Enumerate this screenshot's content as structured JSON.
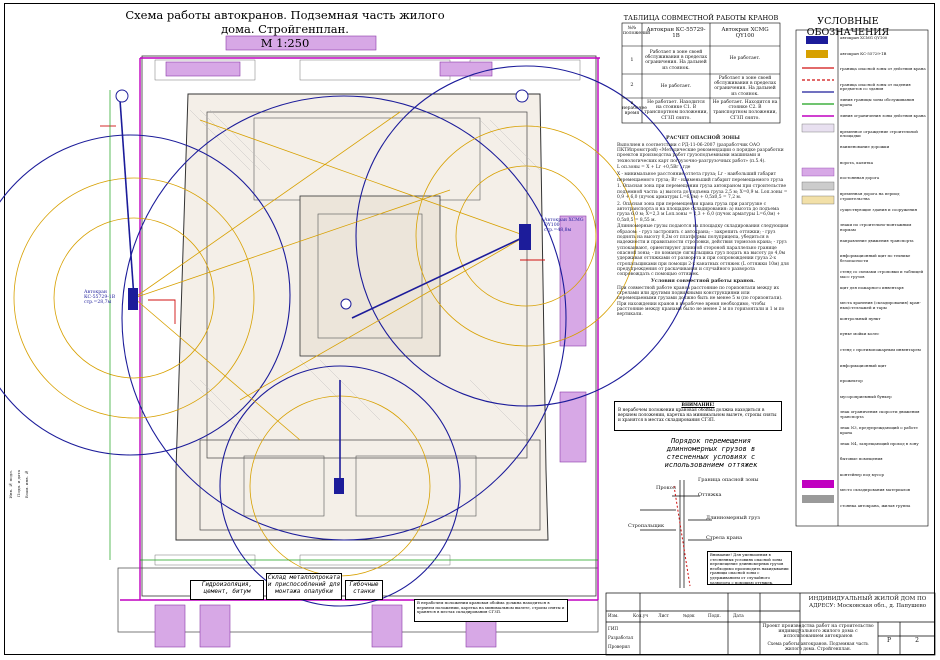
{
  "drawing": {
    "title_line1": "Схема работы автокранов. Подземная часть жилого дома. Стройгенплан.",
    "title_line2": "М 1:250"
  },
  "joint_table": {
    "title": "ТАБЛИЦА СОВМЕСТНОЙ РАБОТЫ КРАНОВ",
    "col_num": "№№ положений",
    "crane1_name": "Автокран КС-55729-1В",
    "crane2_name": "Автокран XCMG QY100",
    "rows": [
      {
        "num": "1",
        "c1": "Работает в зоне своей обслуживания в пределах ограничения. На дальней из стоянок.",
        "c2": "Не работает."
      },
      {
        "num": "2",
        "c1": "Не работает.",
        "c2": "Работает в зоне своей обслуживания в пределах ограничения. На дальней из стоянок."
      },
      {
        "num": "в нерабочее время",
        "c1": "Не работает. Находится на стоянке С1. В транспортном положении, СГЗП снято.",
        "c2": "Не работает. Находится на стоянке С2. В транспортном положении, СГЗП снято."
      }
    ]
  },
  "legend": {
    "title": "УСЛОВНЫЕ ОБОЗНАЧЕНИЯ",
    "items": [
      "автокран XCMG QY100",
      "автокран КС-55729-1В",
      "граница опасной зоны от действия крана",
      "граница опасной зоны от падения предметов со здания",
      "линия границы зоны обслуживания крана",
      "линия ограничения зоны действия крана",
      "временное ограждение строительной площадки",
      "наименование дорожки",
      "ворота, калитка",
      "постоянная дорога",
      "временная дорога на период строительства",
      "существующие здания и сооружения",
      "знаки по строительно-монтажным нормам",
      "направление движения транспорта",
      "информационный щит по технике безопасности",
      "стенд со схемами строповки и таблицей масс грузов",
      "щит для пожарного инвентаря",
      "места хранения (складирования) кран-ных/стеллажей и тары",
      "контрольный пункт",
      "пункт мойки колес",
      "стенд с противопожарным инвентарем",
      "информационный щит",
      "прожектор",
      "мусороприемный бункер",
      "знак ограничения скорости движения транспорта",
      "знак N3, предупреждающий о работе крана",
      "знак N4, запрещающий проход в зону",
      "бытовые помещения",
      "контейнер под мусор",
      "место складирования материалов",
      "стоянка автокрана, жилая группа"
    ]
  },
  "calc": {
    "header": "РАСЧЕТ ОПАСНОЙ ЗОНЫ",
    "intro": "Выполнен в соответствии с РД-11-06-2007 (разработчик ОАО ПКТИпромстрой) «Методические рекомендации о порядке разработки проектов производства работ грузоподъемными машинами и технологических карт погрузочно-разгрузочных работ» (п.5.4).",
    "formula": "L оп.зоны = X + Lг +0,5Bг , где",
    "defs": "X - минимальное расстояние отлета груза; Lг - наибольший габарит перемещаемого груза; Bг - наименьший габарит перемещаемого груза",
    "p1": "1. Опасная зона при перемещении груза автокраном при строительстве подземной части: а) высота до подъема груза 2,5 м; X=0,9 м. Lоп.зоны = 0,9 + 6,0 (пучок арматуры L=6,0м) + 0,5x0,5 = 7,2 м.",
    "p2": "2. Опасная зона при перемещении крана груза при разгрузке с автотранспорта и на площадке складирования: а) высота до подъема груза 6,0 м; X=2,3 м Lоп.зоны = 2,3 + 6,0 (пучок арматуры L=6,0м) + 0,5x0,5 = 8,55 м.",
    "p3": "Длинномерные грузы подаются на площадку складирования следующим образом: - груз застропить с автокрана; - закрепить оттяжки; - груз поднять на высоту 0,2м от платформы полуприцепа, убедиться в надежности и правильности строповки, действия тормозов крана; - груз успокаивают, ориентируют длинной стороной параллельно границе опасной зоны; - по команде сигнальщика груз подать на высоту до 4,0м удерживая оттяжками от разворота и при сопровождении груза 2-х стропальщиками при помощи 2-х канатных оттяжек (L оттяжки 10м) для предупреждения от раскачивания и случайного разворота сопровождать с помощью оттяжек.",
    "joint_header": "Условия совместной работы кранов.",
    "joint_text": "При совместной работе кранов расстояние по горизонтали между их стрелами или другими подвижными конструкциями или перемещаемыми грузами должно быть не менее 5 м (по горизонтали). При нахождении кранов в нерабочее время необходимо, чтобы расстояние между кранами было не менее 2 м по горизонтали и 1 м по вертикали."
  },
  "warning": {
    "header": "ВНИМАНИЕ!",
    "text": "В нерабочем положении крановая обойма должна находиться в верхнем положении, каретка на минимальном вылете, стропы сняты и хранятся в местах складирования СГЗП."
  },
  "order": {
    "text": "Порядок перемещения длинномерных грузов в стесненных условиях с использованием оттяжек",
    "labels": [
      "Прокол",
      "Граница опасной зоны",
      "Оттяжка",
      "Длинномерный груз",
      "Стропальщик",
      "Стрела крана"
    ]
  },
  "warning2": {
    "text": "Внимание! Для уменьшения в стесненных условиях опасной зоны перемещение длинномерных грузов необходимо производить накидывании границы опасной зоны с удерживанием от случайного разворота с помощью оттяжек."
  },
  "plan": {
    "crane_label_1": "Автокран КС-55729-1В стр.=28,7м",
    "crane_label_2": "Автокран XCMG QY100 стр.=48,8м",
    "storage1": "Гидроизоляция, цемент, битум",
    "storage2": "Склад металлопроката и приспособлений для монтажа опалубки",
    "storage3": "Гибочные станки",
    "bottom_note": "В нерабочем положении крановая обойма должна находиться в верхнем положении, каретка на минимальном вылете, стропы сняты и хранятся в местах складирования СГЗП."
  },
  "stamp": {
    "project": "ИНДИВИДУАЛЬНЫЙ ЖИЛОЙ ДОМ ПО АДРЕСУ: Московская обл., д. Папушево",
    "sheet_title": "Проект производства работ на строительство индивидуального жилого дома с использованием автокранов",
    "sheet_name": "Схема работы автокранов. Подземная часть жилого дома. Стройгенплан.",
    "stage": "Р",
    "sheet": "2",
    "cols": [
      "Изм.",
      "Кол.уч",
      "Лист",
      "№док",
      "Подп.",
      "Дата"
    ],
    "roles": [
      "ГИП",
      "Разработал",
      "Проверил"
    ],
    "side_labels": [
      "Инв. № подл.",
      "Подп. и дата",
      "Взам. инв. №"
    ]
  }
}
